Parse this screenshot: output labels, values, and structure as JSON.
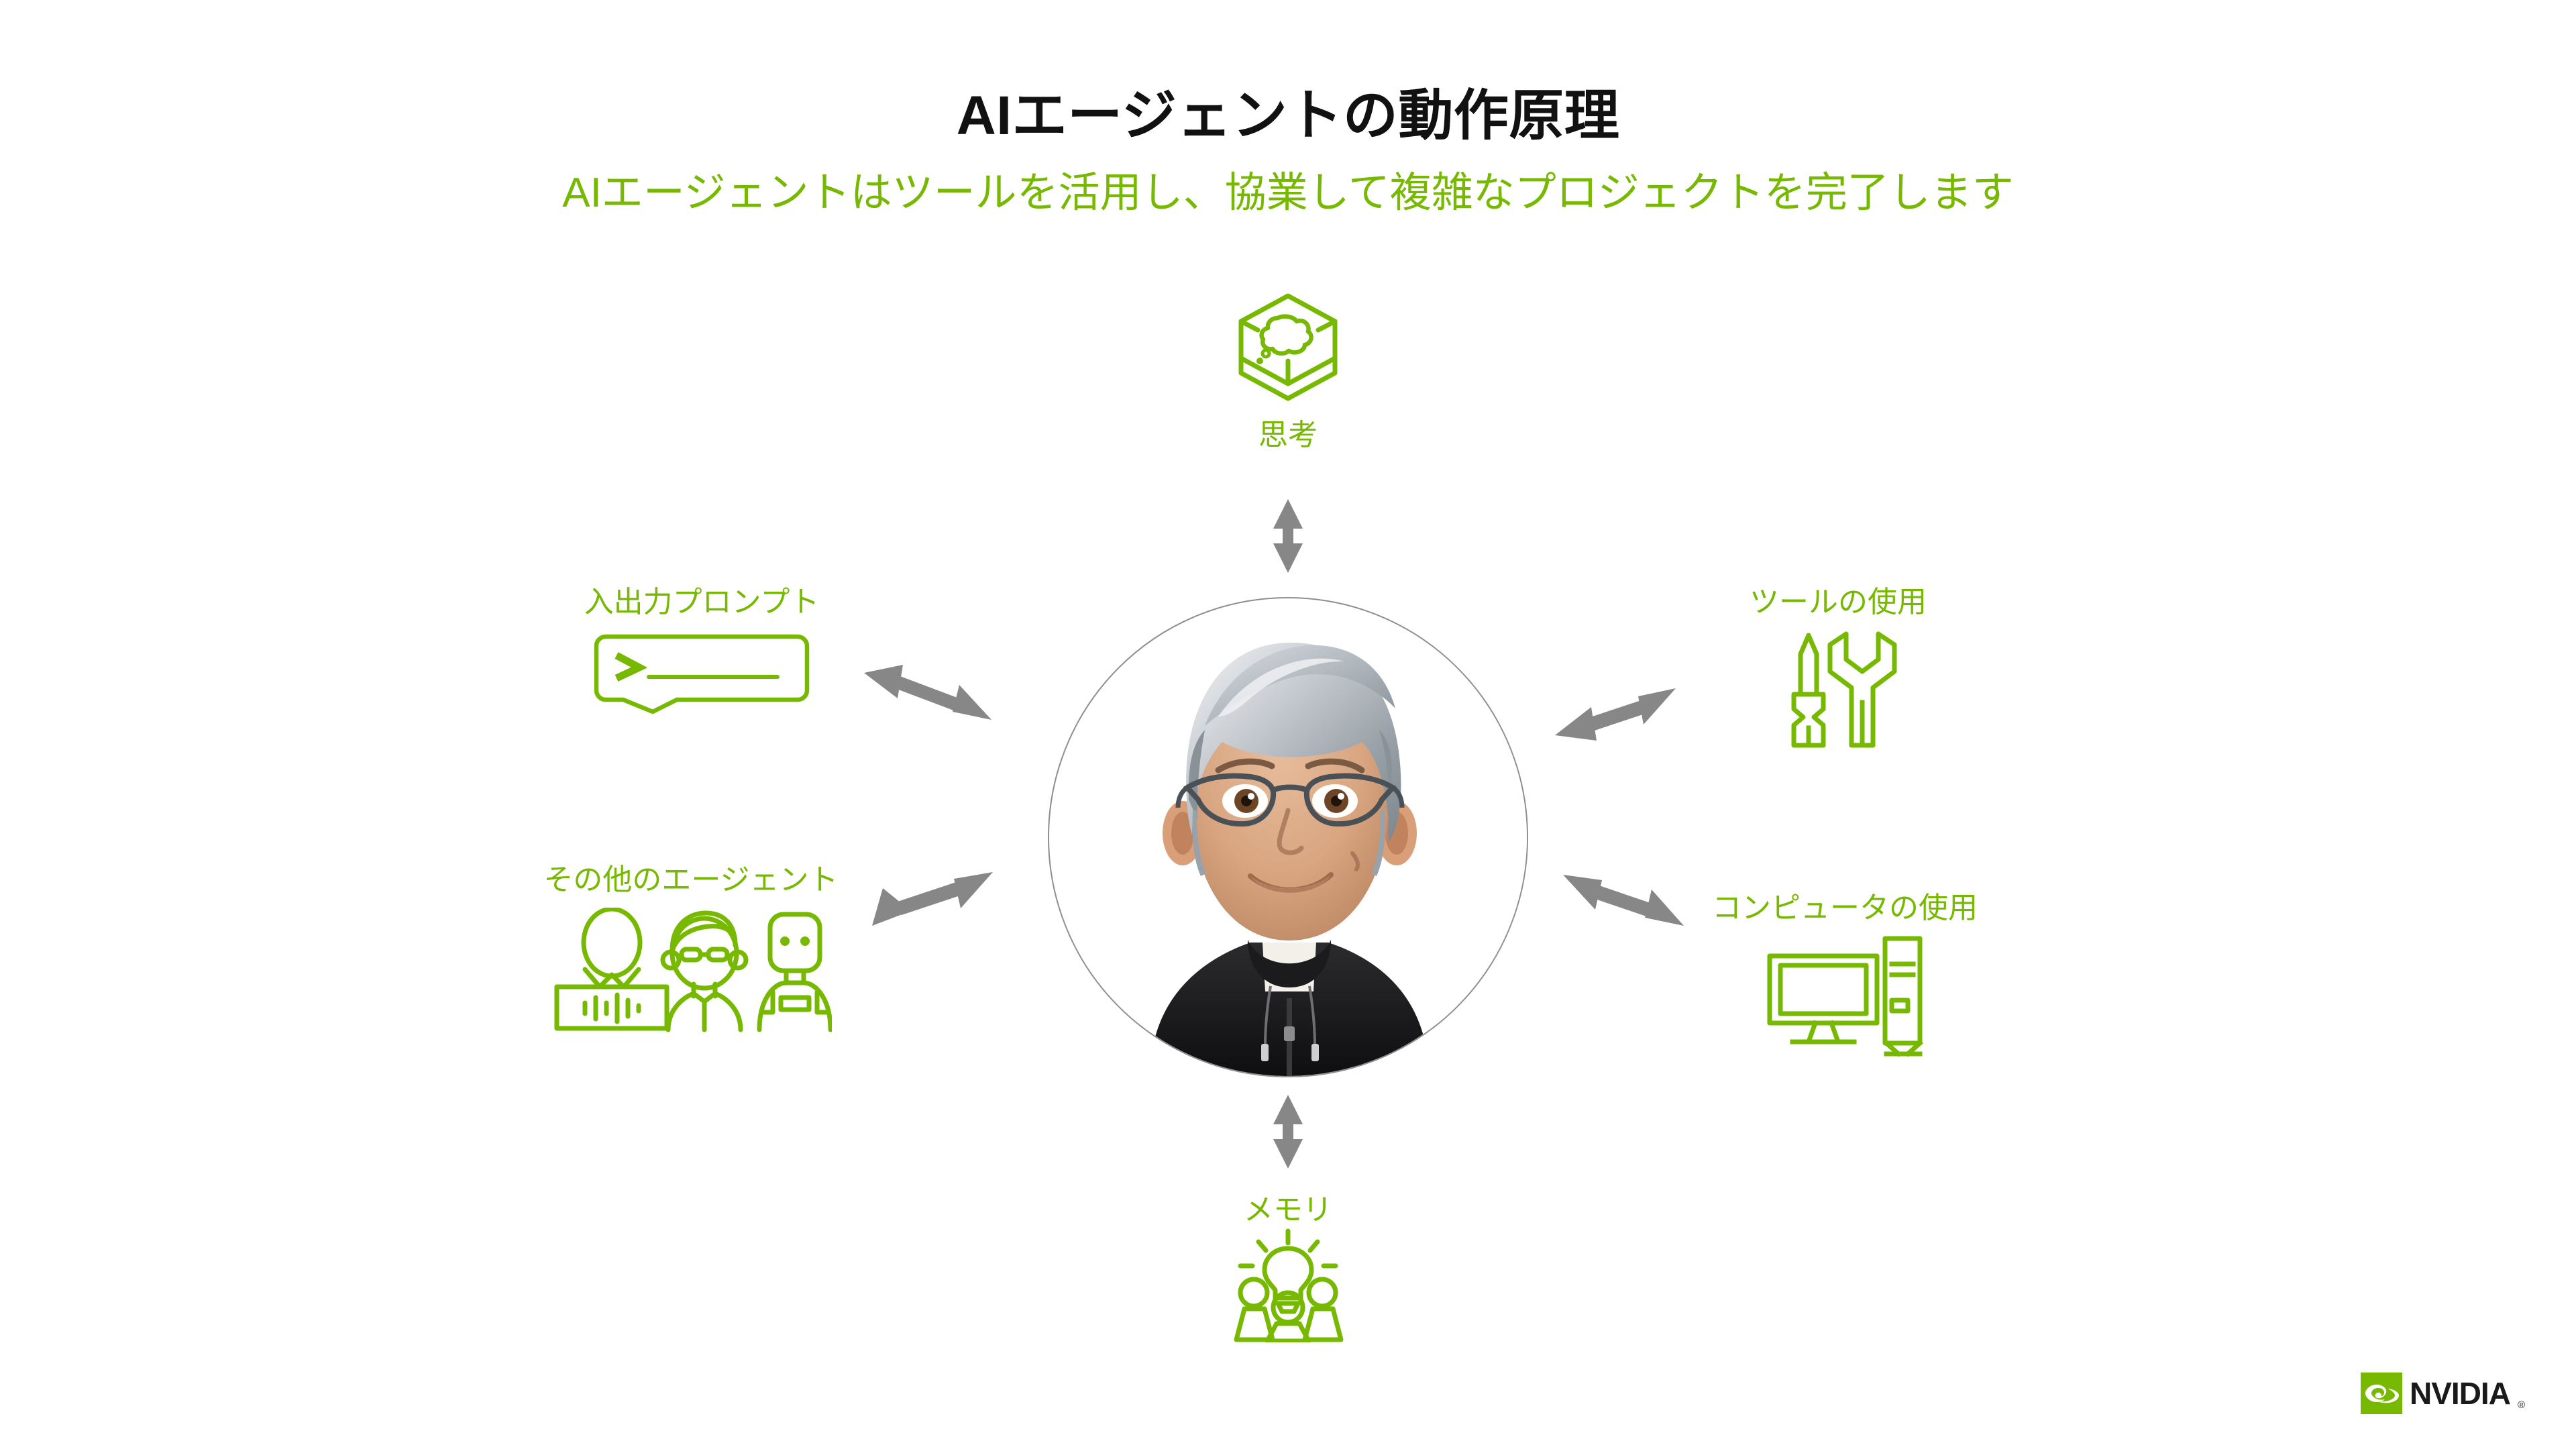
{
  "slide": {
    "title": "AIエージェントの動作原理",
    "subtitle": "AIエージェントはツールを活用し、協業して複雑なプロジェクトを完了します",
    "background_color": "#ffffff",
    "accent_color": "#76b900",
    "title_color": "#111111",
    "arrow_color": "#878787"
  },
  "center": {
    "name": "ai-agent-avatar",
    "ring_color": "#8e8e8e",
    "description": "3D stylized avatar portrait: gray swept hair, glasses, black zip hoodie"
  },
  "nodes": [
    {
      "id": "thinking",
      "label": "思考",
      "icon": "hexagon-thought-bubble-icon",
      "position": "top",
      "layout": "icon-above"
    },
    {
      "id": "prompt",
      "label": "入出力プロンプト",
      "icon": "prompt-speech-bubble-icon",
      "position": "left-upper",
      "layout": "icon-below"
    },
    {
      "id": "tool-use",
      "label": "ツールの使用",
      "icon": "screwdriver-wrench-icon",
      "position": "right-upper",
      "layout": "icon-below"
    },
    {
      "id": "other-agents",
      "label": "その他のエージェント",
      "icon": "three-agents-icon",
      "position": "left-lower",
      "layout": "icon-below"
    },
    {
      "id": "computer-use",
      "label": "コンピュータの使用",
      "icon": "monitor-tower-icon",
      "position": "right-lower",
      "layout": "icon-below"
    },
    {
      "id": "memory",
      "label": "メモリ",
      "icon": "lightbulb-people-icon",
      "position": "bottom",
      "layout": "icon-above"
    }
  ],
  "connectors": [
    {
      "id": "connector-thinking",
      "from": "center",
      "to": "thinking",
      "style": "double-arrow",
      "direction": "vertical"
    },
    {
      "id": "connector-prompt",
      "from": "center",
      "to": "prompt",
      "style": "double-arrow",
      "direction": "diagonal-up-left"
    },
    {
      "id": "connector-tool-use",
      "from": "center",
      "to": "tool-use",
      "style": "double-arrow",
      "direction": "diagonal-up-right"
    },
    {
      "id": "connector-other-agents",
      "from": "center",
      "to": "other-agents",
      "style": "double-arrow",
      "direction": "diagonal-down-left"
    },
    {
      "id": "connector-computer-use",
      "from": "center",
      "to": "computer-use",
      "style": "double-arrow",
      "direction": "diagonal-down-right"
    },
    {
      "id": "connector-memory",
      "from": "center",
      "to": "memory",
      "style": "double-arrow",
      "direction": "vertical"
    }
  ],
  "branding": {
    "wordmark": "NVIDIA",
    "registered": "®",
    "mark_color": "#76b900",
    "wordmark_color": "#1a1a1a"
  }
}
